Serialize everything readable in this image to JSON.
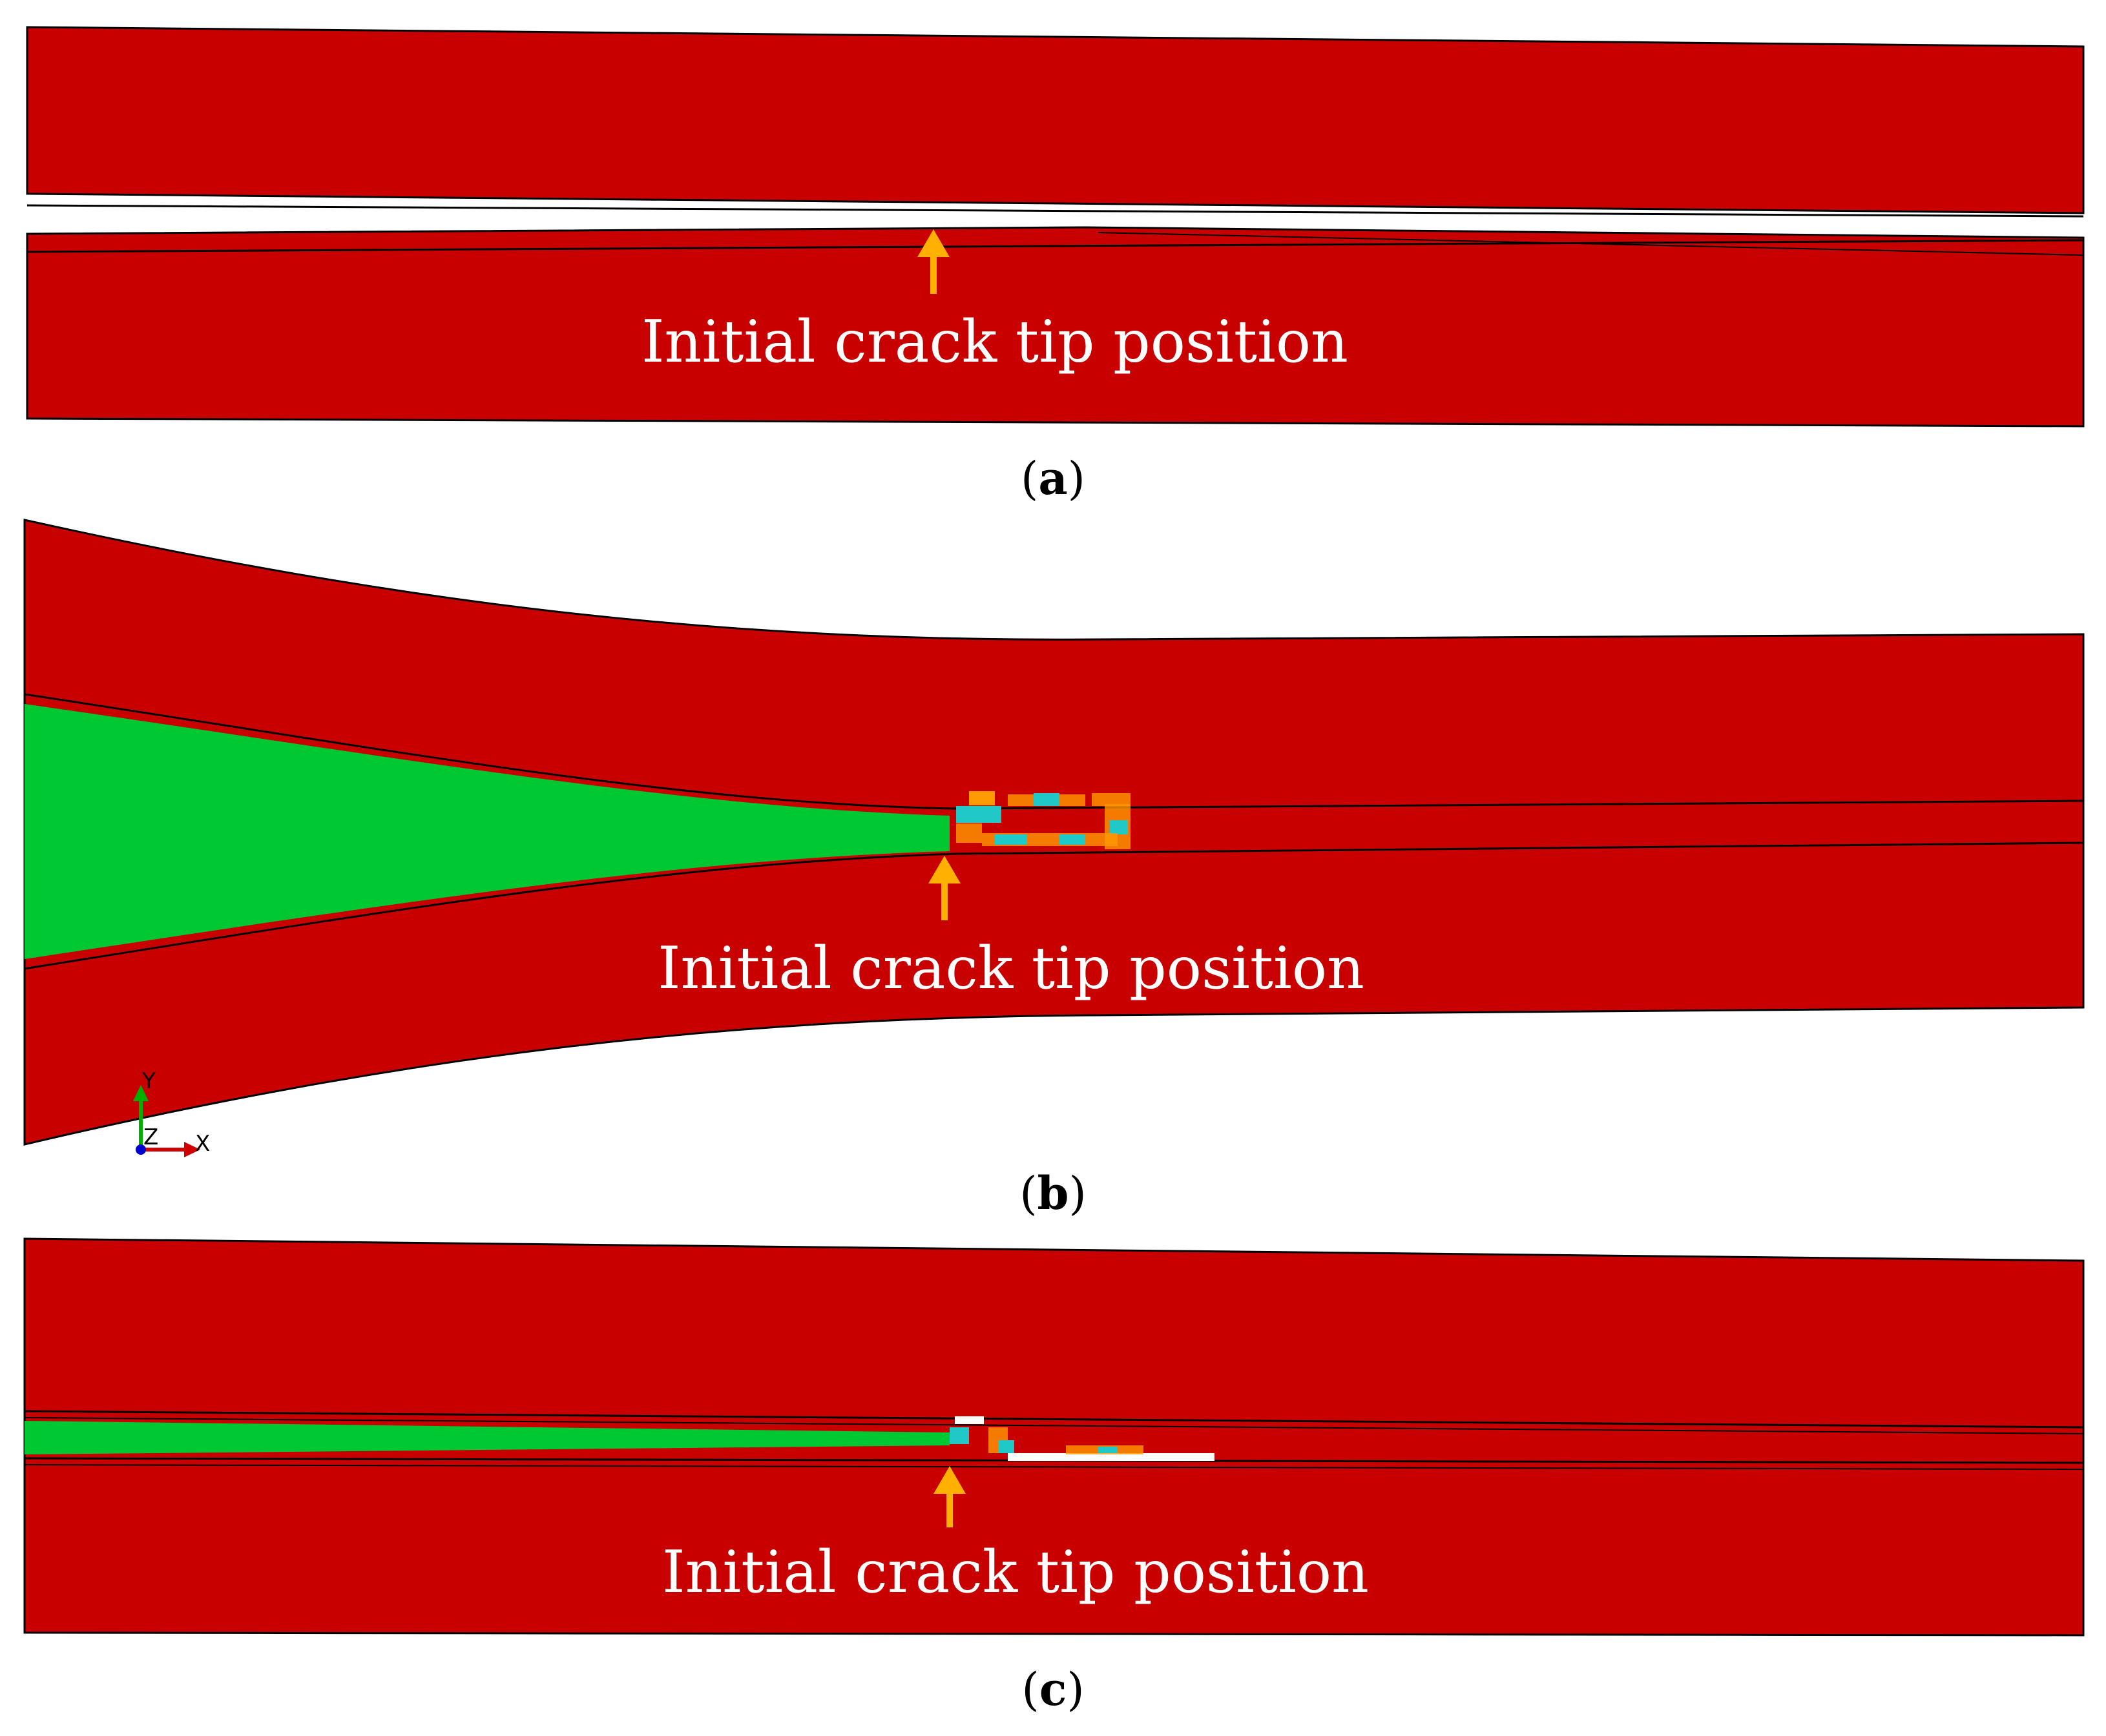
{
  "colors": {
    "specimen": "#c80000",
    "damage": "#00c832",
    "outline": "#000000",
    "arrow": "#ffb000",
    "transition_cyan": "#20c8c8",
    "transition_orange": "#ff9a00",
    "background": "#ffffff"
  },
  "panels": [
    {
      "id": "a",
      "caption": "a",
      "annotation": "Initial crack tip position"
    },
    {
      "id": "b",
      "caption": "b",
      "annotation": "Initial crack tip position",
      "axis_triad": {
        "y_label": "Y",
        "z_label": "Z",
        "x_label": "X"
      }
    },
    {
      "id": "c",
      "caption": "c",
      "annotation": "Initial crack tip position"
    }
  ]
}
